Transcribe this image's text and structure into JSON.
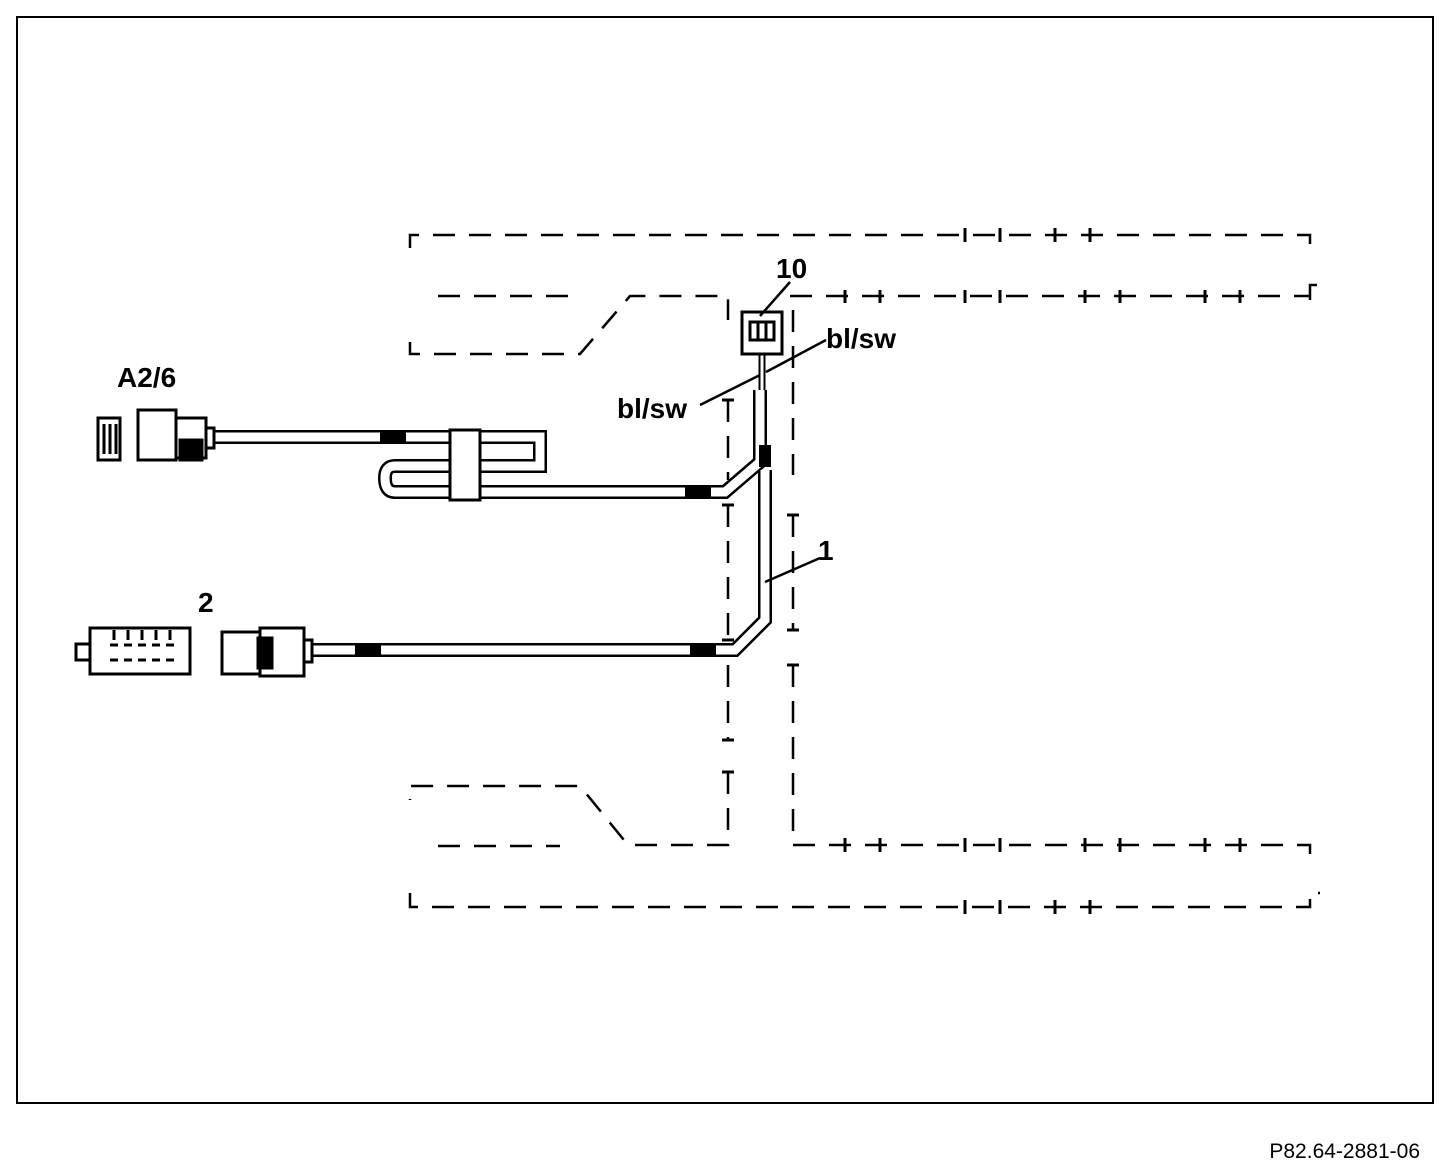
{
  "labels": {
    "connector_a2_6": "A2/6",
    "connector_2": "2",
    "connector_10": "10",
    "harness_1": "1",
    "wire_left": "bl/sw",
    "wire_right": "bl/sw"
  },
  "figure_ref": "P82.64-2881-06",
  "colors": {
    "ink": "#000000",
    "background": "#ffffff"
  }
}
